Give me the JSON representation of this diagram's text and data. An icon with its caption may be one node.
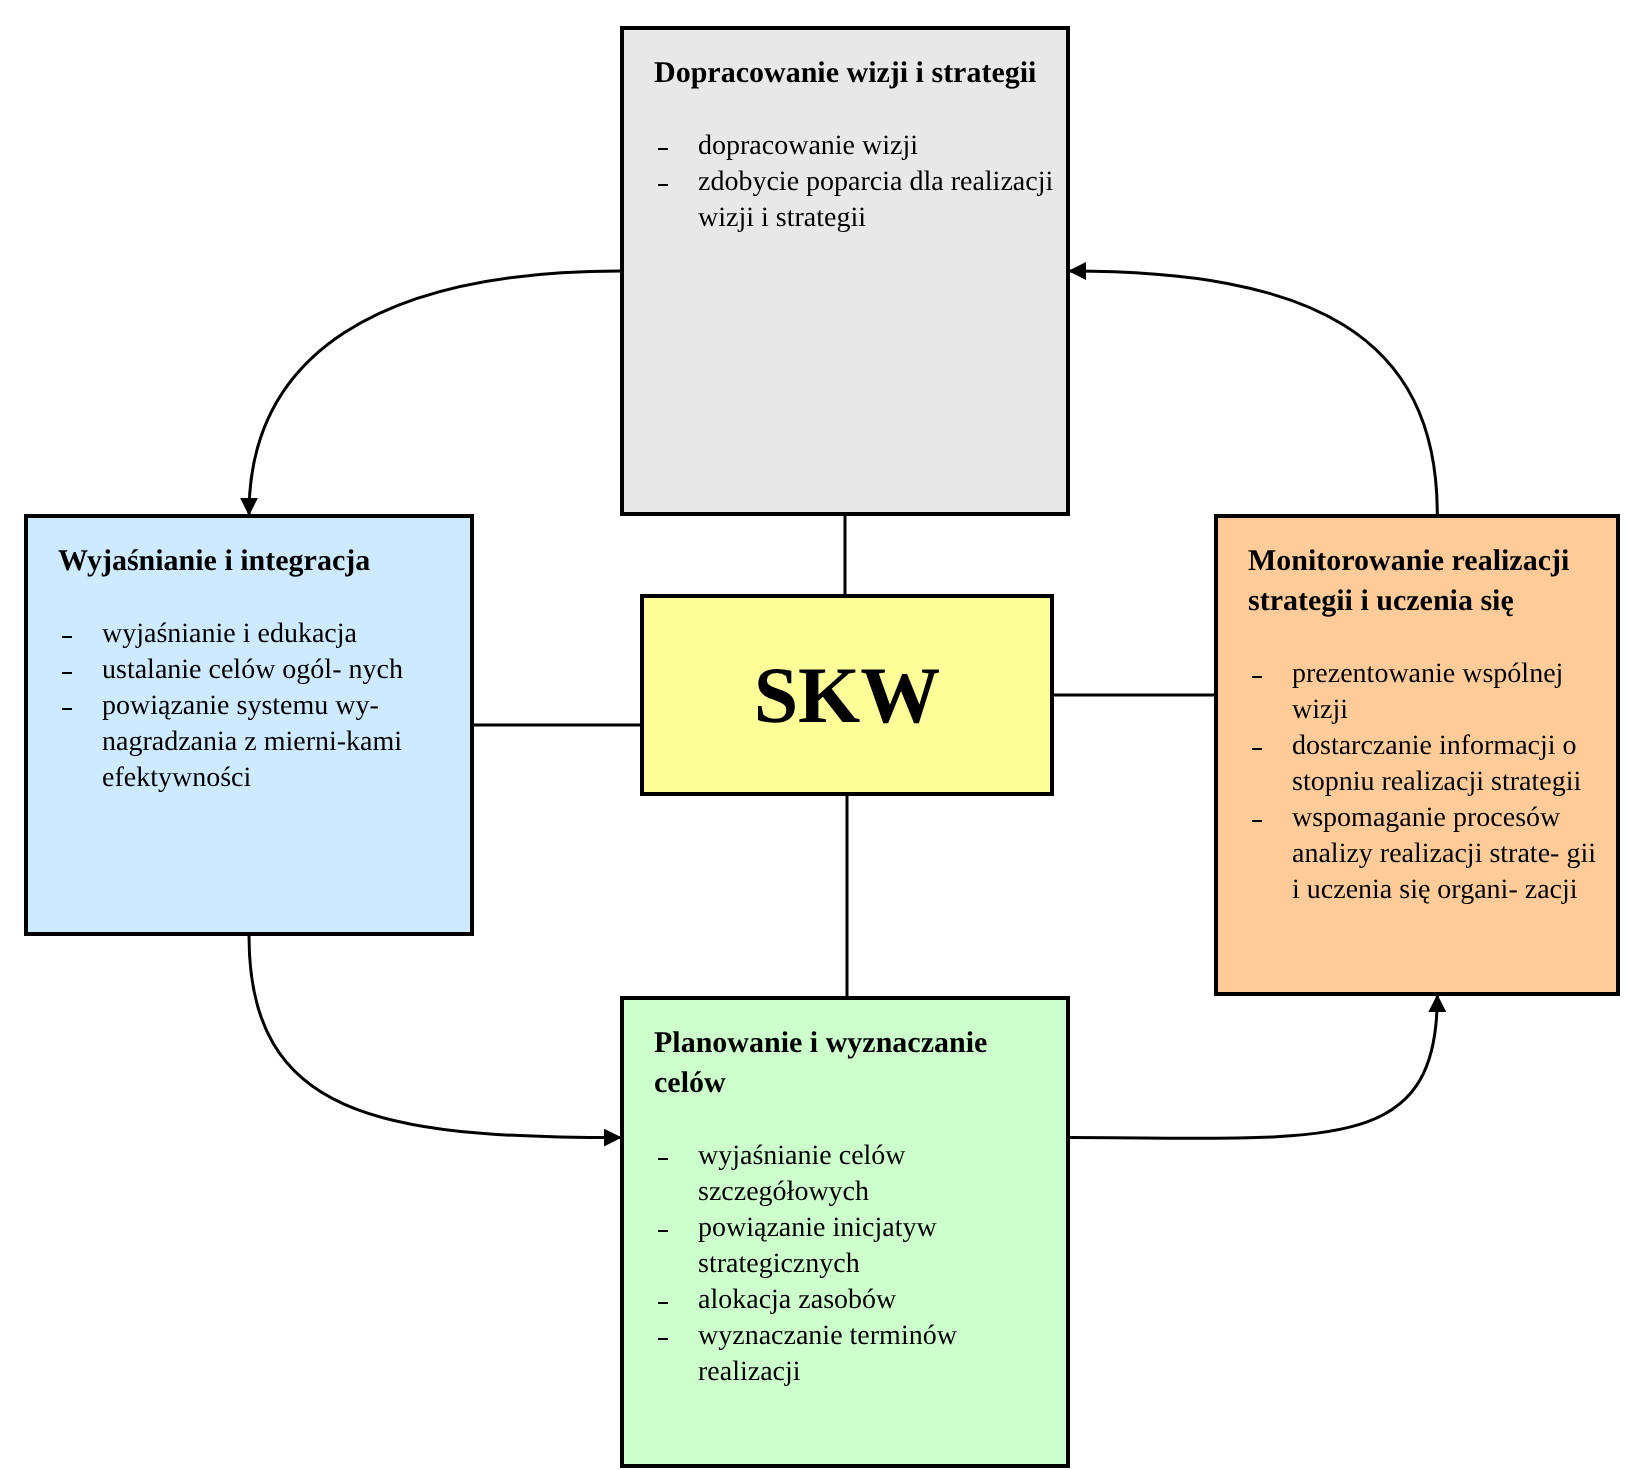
{
  "diagram": {
    "nodes": [
      {
        "text": [
          "Dopracowanie wizji i strategii",
          "dopracowanie wizji",
          "zdobycie poparcia dla realizacji wizji i strategii"
        ]
      },
      {
        "text": [
          "Wyjaśnianie i integracja",
          "wyjaśnianie i edukacja",
          "ustalanie celów ogól- nych",
          "powiązanie systemu wy-nagradzania z mierni-kami efektywności"
        ]
      },
      {
        "text": [
          "SKW"
        ]
      },
      {
        "text": [
          "Monitorowanie realizacji strategii i uczenia się",
          "prezentowanie wspólnej wizji",
          "dostarczanie informacji o stopniu realizacji strategii",
          "wspomaganie procesów analizy realizacji strate- gii i uczenia się organi- zacji"
        ]
      },
      {
        "text": [
          "Planowanie i wyznaczanie celów",
          "wyjaśnianie celów szczegółowych",
          "powiązanie inicjatyw strategicznych",
          "alokacja zasobów",
          "wyznaczanie terminów realizacji"
        ]
      }
    ],
    "edges": [
      {
        "from": 0,
        "to": 2,
        "arrow": "none"
      },
      {
        "from": 1,
        "to": 2,
        "arrow": "none"
      },
      {
        "from": 2,
        "to": 3,
        "arrow": "none"
      },
      {
        "from": 2,
        "to": 4,
        "arrow": "none"
      },
      {
        "from": 0,
        "to": 1,
        "arrow": "to"
      },
      {
        "from": 1,
        "to": 4,
        "arrow": "to"
      },
      {
        "from": 4,
        "to": 3,
        "arrow": "to"
      },
      {
        "from": 3,
        "to": 0,
        "arrow": "to"
      }
    ]
  }
}
